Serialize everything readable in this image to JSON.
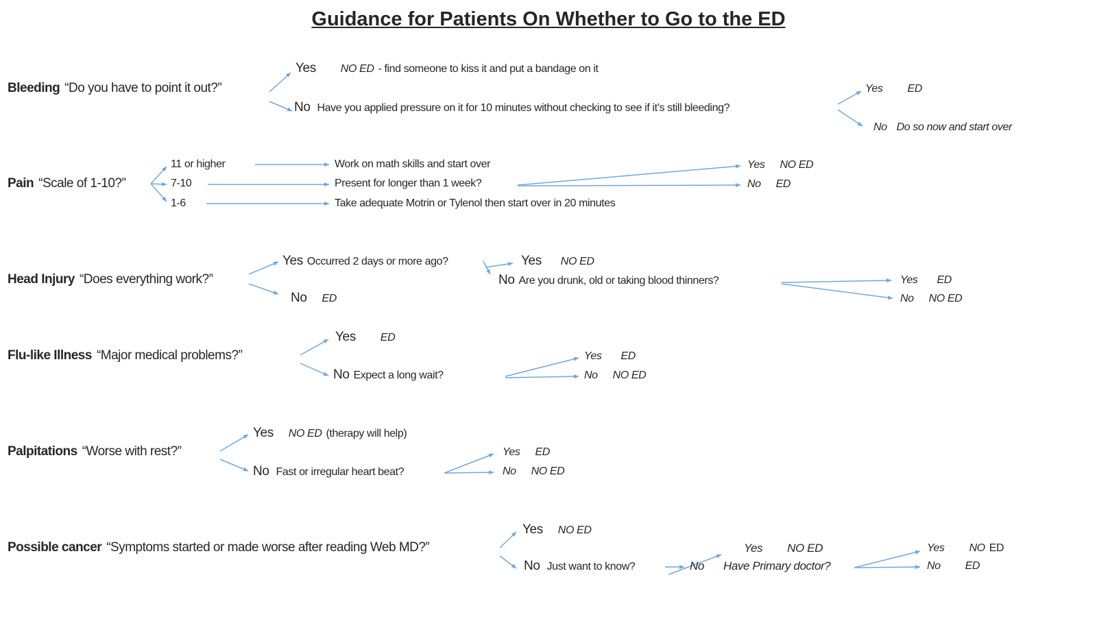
{
  "title": "Guidance for Patients On Whether to Go to the ED",
  "colors": {
    "arrow": "#6FA8DC",
    "text": "#262626"
  },
  "sections": {
    "bleeding": {
      "label": "Bleeding",
      "question": "“Do you have to point it out?”",
      "yes": "Yes",
      "yes_outcome": "NO ED",
      "yes_note": "- find someone to kiss it and put a bandage on it",
      "no": "No",
      "no_question": "Have you applied pressure on it for 10 minutes without checking to see if it’s still bleeding?",
      "sub_yes": "Yes",
      "sub_yes_outcome": "ED",
      "sub_no": "No",
      "sub_no_outcome": "Do so now and start over"
    },
    "pain": {
      "label": "Pain",
      "question": "“Scale of 1-10?”",
      "branch_high": "11 or higher",
      "branch_high_outcome": "Work on math skills and start over",
      "branch_mid": "7-10",
      "branch_mid_question": "Present for longer than 1 week?",
      "sub_yes": "Yes",
      "sub_yes_outcome": "NO ED",
      "sub_no": "No",
      "sub_no_outcome": "ED",
      "branch_low": "1-6",
      "branch_low_outcome": "Take adequate Motrin or Tylenol then start over in 20 minutes"
    },
    "head": {
      "label": "Head Injury",
      "question": "“Does everything work?”",
      "yes": "Yes",
      "yes_question": "Occurred 2 days or more ago?",
      "no": "No",
      "no_outcome": "ED",
      "sub_yes": "Yes",
      "sub_yes_outcome": "NO ED",
      "sub_no": "No",
      "sub_no_question": "Are you drunk, old or taking blood thinners?",
      "subsub_yes": "Yes",
      "subsub_yes_outcome": "ED",
      "subsub_no": "No",
      "subsub_no_outcome": "NO ED"
    },
    "flu": {
      "label": "Flu-like Illness",
      "question": "“Major medical problems?”",
      "yes": "Yes",
      "yes_outcome": "ED",
      "no": "No",
      "no_question": "Expect a long wait?",
      "sub_yes": "Yes",
      "sub_yes_outcome": "ED",
      "sub_no": "No",
      "sub_no_outcome": "NO ED"
    },
    "palp": {
      "label": "Palpitations",
      "question": "“Worse with rest?”",
      "yes": "Yes",
      "yes_outcome": "NO ED",
      "yes_note": "(therapy will help)",
      "no": "No",
      "no_question": "Fast or irregular heart beat?",
      "sub_yes": "Yes",
      "sub_yes_outcome": "ED",
      "sub_no": "No",
      "sub_no_outcome": "NO ED"
    },
    "cancer": {
      "label": "Possible cancer",
      "question": "“Symptoms started or made worse after reading Web MD?”",
      "yes": "Yes",
      "yes_outcome": "NO ED",
      "no": "No",
      "no_question": "Just want to know?",
      "sub_yes": "Yes",
      "sub_yes_outcome": "NO ED",
      "sub_no": "No",
      "sub_no_question": "Have Primary doctor?",
      "subsub_yes": "Yes",
      "subsub_yes_outcome_italic": "NO",
      "subsub_yes_outcome_regular": "ED",
      "subsub_no": "No",
      "subsub_no_outcome": "ED"
    }
  }
}
